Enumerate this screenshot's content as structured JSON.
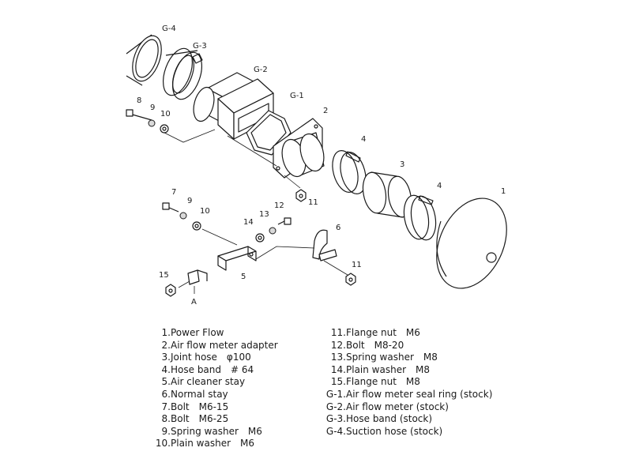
{
  "callouts": {
    "g4": "G-4",
    "g3": "G-3",
    "g2": "G-2",
    "g1": "G-1",
    "p1": "1",
    "p2": "2",
    "p3": "3",
    "p4a": "4",
    "p4b": "4",
    "p5": "5",
    "p6": "6",
    "p7": "7",
    "p8": "8",
    "p9a": "9",
    "p9b": "9",
    "p10a": "10",
    "p10b": "10",
    "p11a": "11",
    "p11b": "11",
    "p12": "12",
    "p13": "13",
    "p14": "14",
    "p15": "15",
    "detail_a": "A"
  },
  "parts_left": [
    {
      "num": "1.",
      "label": "Power Flow"
    },
    {
      "num": "2.",
      "label": "Air flow meter adapter"
    },
    {
      "num": "3.",
      "label": "Joint hose　φ100"
    },
    {
      "num": "4.",
      "label": "Hose band　# 64"
    },
    {
      "num": "5.",
      "label": "Air cleaner stay"
    },
    {
      "num": "6.",
      "label": "Normal stay"
    },
    {
      "num": "7.",
      "label": "Bolt　M6-15"
    },
    {
      "num": "8.",
      "label": "Bolt　M6-25"
    },
    {
      "num": "9.",
      "label": "Spring washer　M6"
    },
    {
      "num": "10.",
      "label": "Plain washer　M6"
    }
  ],
  "parts_right": [
    {
      "num": "11.",
      "label": "Flange nut　M6"
    },
    {
      "num": "12.",
      "label": "Bolt　M8-20"
    },
    {
      "num": "13.",
      "label": "Spring washer　M8"
    },
    {
      "num": "14.",
      "label": "Plain washer　M8"
    },
    {
      "num": "15.",
      "label": "Flange nut　M8"
    },
    {
      "num": "G-1.",
      "label": "Air flow meter seal ring (stock)"
    },
    {
      "num": "G-2.",
      "label": "Air flow meter (stock)"
    },
    {
      "num": "G-3.",
      "label": "Hose band (stock)"
    },
    {
      "num": "G-4.",
      "label": "Suction hose (stock)"
    }
  ]
}
